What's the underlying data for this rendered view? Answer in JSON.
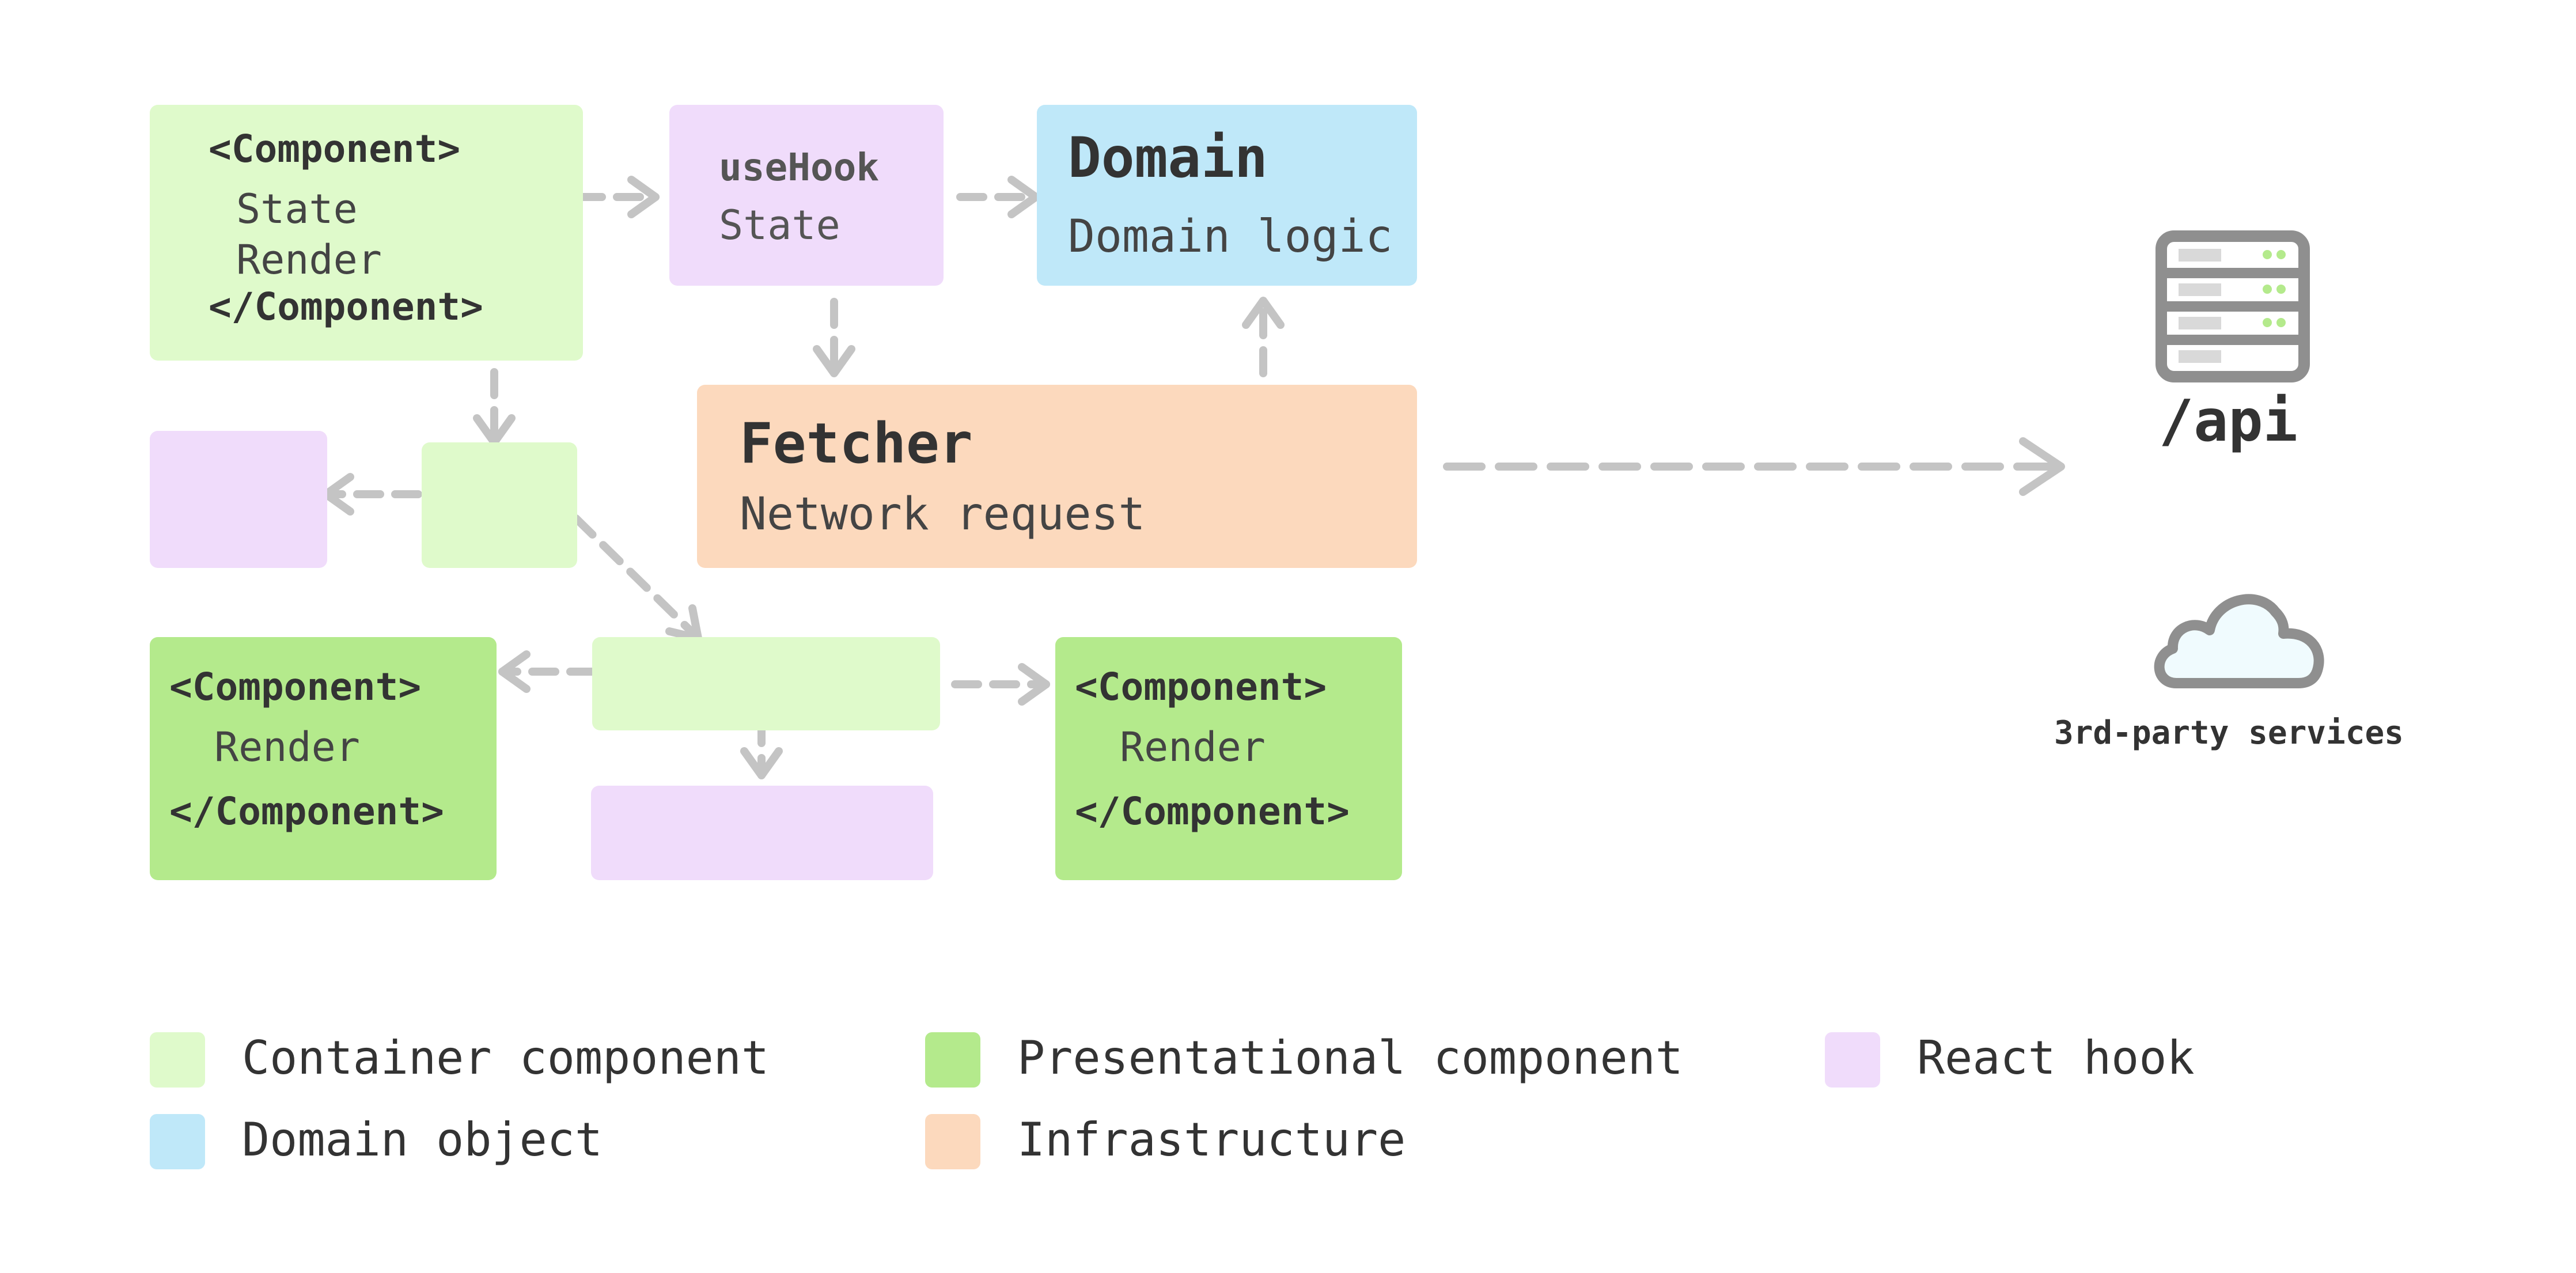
{
  "colors": {
    "container": "#dffacb",
    "presentational": "#b4ea8c",
    "hook": "#f0dcfb",
    "domain": "#bfe8f9",
    "infrastructure": "#fcd9bd",
    "arrow": "#c4c4c4",
    "icon": "#8f8f8f",
    "cloud_fill": "#f0fbfe"
  },
  "container_component": {
    "open_tag": "<Component>",
    "state": "State",
    "render": "Render",
    "close_tag": "</Component>"
  },
  "use_hook": {
    "name": "useHook",
    "state": "State"
  },
  "domain_box": {
    "title": "Domain",
    "subtitle": "Domain logic"
  },
  "fetcher": {
    "title": "Fetcher",
    "subtitle": "Network request"
  },
  "presentational_left": {
    "open_tag": "<Component>",
    "render": "Render",
    "close_tag": "</Component>"
  },
  "presentational_right": {
    "open_tag": "<Component>",
    "render": "Render",
    "close_tag": "</Component>"
  },
  "api": {
    "icon": "server-icon",
    "label": "/api"
  },
  "third_party": {
    "icon": "cloud-icon",
    "label": "3rd-party services"
  },
  "legend": {
    "container": "Container component",
    "presentational": "Presentational component",
    "hook": "React hook",
    "domain": "Domain object",
    "infrastructure": "Infrastructure"
  }
}
